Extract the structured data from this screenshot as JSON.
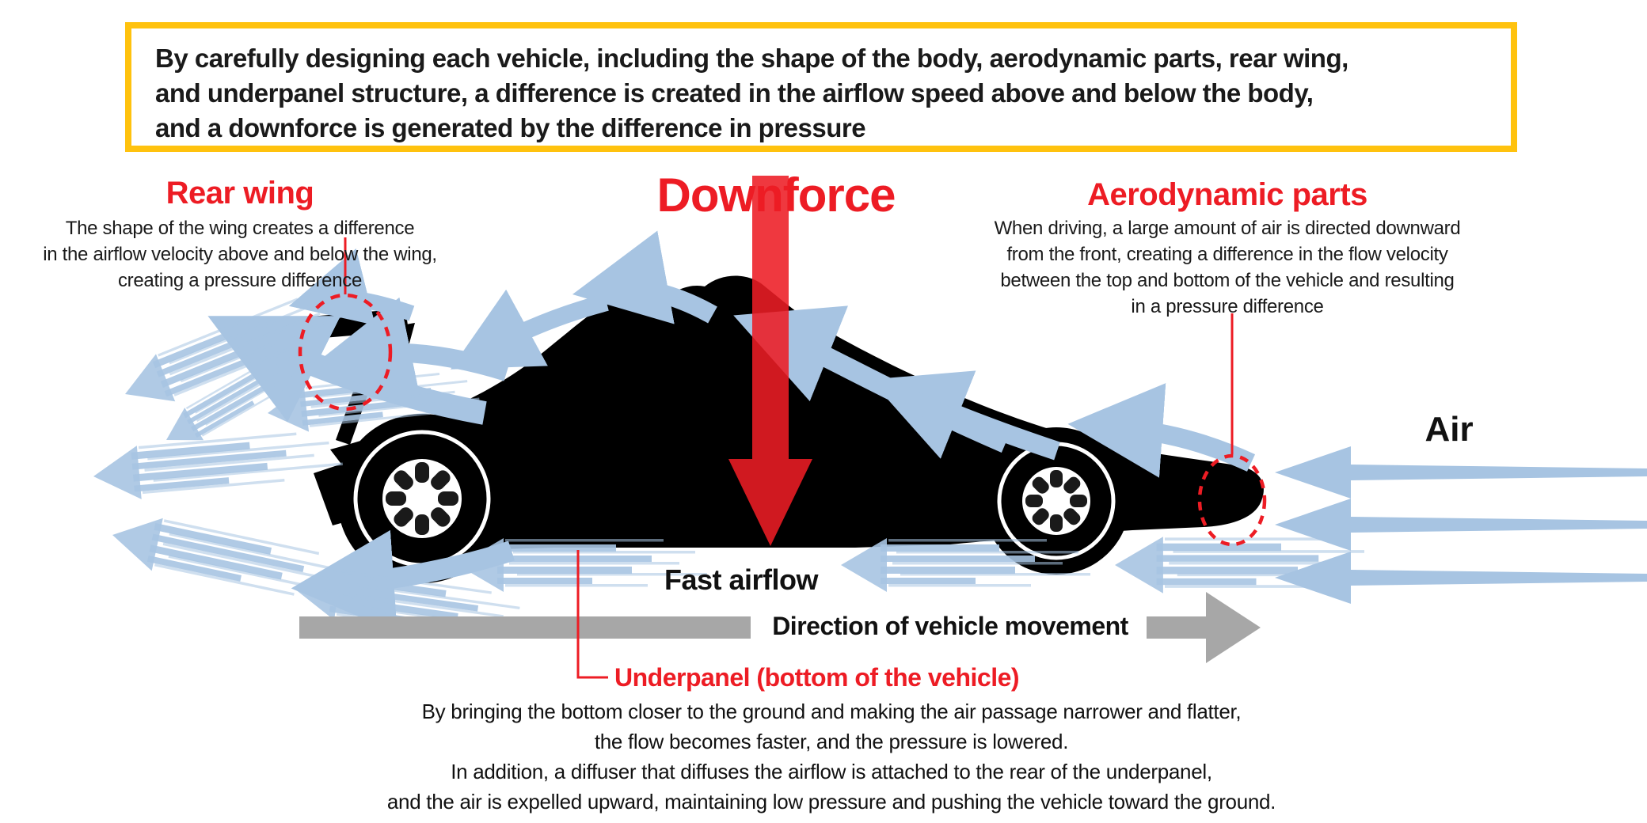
{
  "colors": {
    "accent_red": "#ED1C24",
    "box_border_yellow": "#FFC20E",
    "airflow_blue": "#A7C4E2",
    "direction_gray": "#A7A7A7",
    "car_black": "#000000"
  },
  "intro_box": {
    "lines": [
      "By carefully designing each vehicle, including the shape of the body, aerodynamic parts, rear wing,",
      "and underpanel structure, a difference is created in the airflow speed above and below the body,",
      "and a downforce is generated by the difference in pressure"
    ]
  },
  "labels": {
    "downforce": "Downforce",
    "air": "Air",
    "fast_airflow": "Fast airflow",
    "direction": "Direction of vehicle movement"
  },
  "rear_wing": {
    "title": "Rear wing",
    "desc_lines": [
      "The shape of the wing creates a difference",
      "in the airflow velocity above and below the wing,",
      "creating a pressure difference"
    ]
  },
  "aero_parts": {
    "title": "Aerodynamic parts",
    "desc_lines": [
      "When driving, a large amount of air is directed downward",
      "from the front, creating a difference in the flow velocity",
      "between the top and bottom of the vehicle and resulting",
      "in a pressure difference"
    ]
  },
  "underpanel": {
    "title": "Underpanel (bottom of the vehicle)",
    "desc_lines": [
      "By bringing the bottom closer to the ground and making the air passage narrower and flatter,",
      "the flow becomes faster, and the pressure is lowered.",
      "In addition, a diffuser that diffuses the airflow is attached to the rear of the underpanel,",
      "and the air is expelled upward, maintaining low pressure and pushing the vehicle toward the ground."
    ]
  }
}
